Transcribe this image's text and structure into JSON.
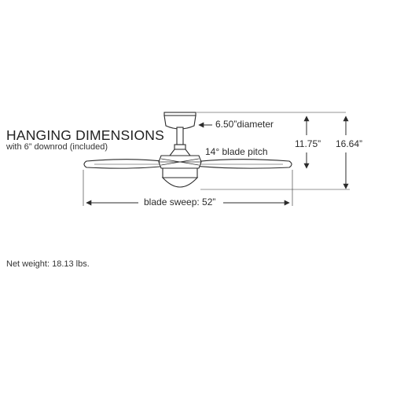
{
  "heading": {
    "title": "HANGING DIMENSIONS",
    "subtitle": "with 6” downrod (included)"
  },
  "labels": {
    "canopy_diameter": "6.50”diameter",
    "blade_pitch": "14° blade pitch",
    "height_without_light": "11.75”",
    "height_total": "16.64”",
    "blade_sweep": "blade sweep: 52”"
  },
  "footer": {
    "net_weight": "Net weight: 18.13 lbs."
  },
  "colors": {
    "line": "#2b2b2b",
    "blade_fill": "#ffffff"
  }
}
